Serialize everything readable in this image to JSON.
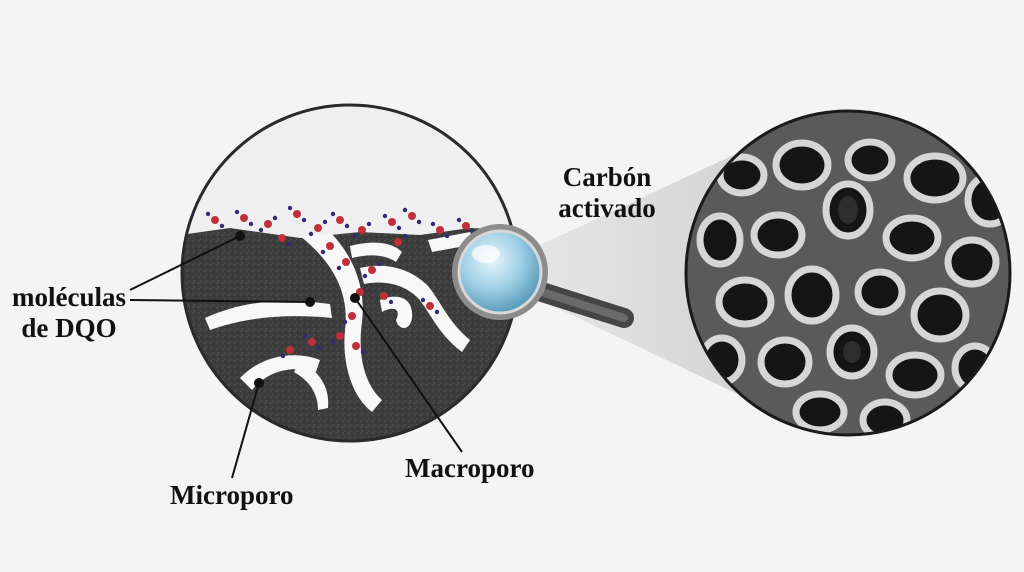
{
  "labels": {
    "molecules_line1": "moléculas",
    "molecules_line2": "de DQO",
    "micropore": "Microporo",
    "macropore": "Macroporo",
    "carbon_line1": "Carbón",
    "carbon_line2": "activado"
  },
  "colors": {
    "background": "#f4f4f4",
    "carbon": "#3e3e3e",
    "pore": "#f8f8f8",
    "oxygen": "#c0303a",
    "hydrogen": "#2c2c7a",
    "lens": "#9fd0e6",
    "handle": "#4a4a4a"
  },
  "icons": {
    "magnifier": "magnifier-icon"
  }
}
